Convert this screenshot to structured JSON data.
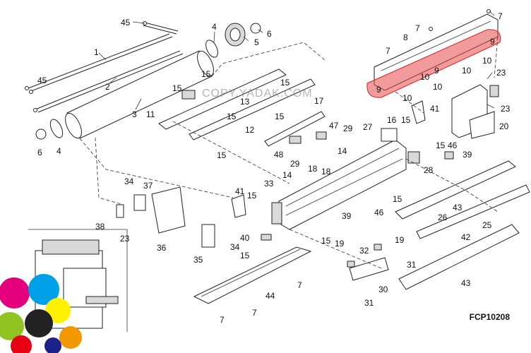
{
  "diagram": {
    "figure_code": "FCP10208",
    "watermark": "COPY.YADAK.COM",
    "highlight_color": "#e8484d",
    "labels": {
      "l1": "1",
      "l2": "2",
      "l3": "3",
      "l4a": "4",
      "l4b": "4",
      "l5": "5",
      "l6a": "6",
      "l6b": "6",
      "l7a": "7",
      "l7b": "7",
      "l7c": "7",
      "l7d": "7",
      "l7e": "7",
      "l7f": "7",
      "l8": "8",
      "l9a": "9",
      "l9b": "9",
      "l9c": "9",
      "l10a": "10",
      "l10b": "10",
      "l10c": "10",
      "l10d": "10",
      "l10e": "10",
      "l11": "11",
      "l12": "12",
      "l13": "13",
      "l14a": "14",
      "l14b": "14",
      "l15a": "15",
      "l15b": "15",
      "l15c": "15",
      "l15d": "15",
      "l15e": "15",
      "l15f": "15",
      "l15g": "15",
      "l15h": "15",
      "l15i": "15",
      "l15j": "15",
      "l15k": "15",
      "l16": "16",
      "l17": "17",
      "l18a": "18",
      "l18b": "18",
      "l19a": "19",
      "l19b": "19",
      "l20": "20",
      "l23a": "23",
      "l23b": "23",
      "l23c": "23",
      "l25": "25",
      "l26": "26",
      "l27": "27",
      "l28": "28",
      "l29a": "29",
      "l29b": "29",
      "l30": "30",
      "l31a": "31",
      "l31b": "31",
      "l32": "32",
      "l33": "33",
      "l34a": "34",
      "l34b": "34",
      "l35": "35",
      "l36": "36",
      "l37": "37",
      "l38": "38",
      "l39a": "39",
      "l39b": "39",
      "l40": "40",
      "l41a": "41",
      "l41b": "41",
      "l42": "42",
      "l43a": "43",
      "l43b": "43",
      "l44": "44",
      "l45a": "45",
      "l45b": "45",
      "l46a": "46",
      "l46b": "46",
      "l47": "47",
      "l48": "48"
    }
  }
}
